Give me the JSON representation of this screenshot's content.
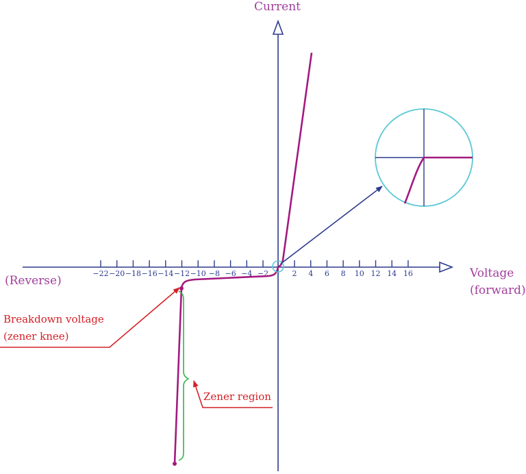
{
  "axes": {
    "y_label": "Current",
    "x_label_line1": "Voltage",
    "x_label_line2": "(forward)",
    "reverse_label": "(Reverse)"
  },
  "negative_ticks": [
    "−22",
    "−20",
    "−18",
    "−16",
    "−14",
    "−12",
    "−10",
    "−8",
    "−6",
    "−4",
    "−2"
  ],
  "positive_ticks": [
    "2",
    "4",
    "6",
    "8",
    "10",
    "12",
    "14",
    "16"
  ],
  "annotations": {
    "breakdown_line1": "Breakdown voltage",
    "breakdown_line2": "(zener knee)",
    "zener_region": "Zener region"
  },
  "colors": {
    "axis": "#2d3a8c",
    "curve": "#a2197f",
    "inset_circle": "#5bc8d6",
    "annotation": "#d42027",
    "bracket": "#33b24a",
    "label": "#a23d9c"
  }
}
